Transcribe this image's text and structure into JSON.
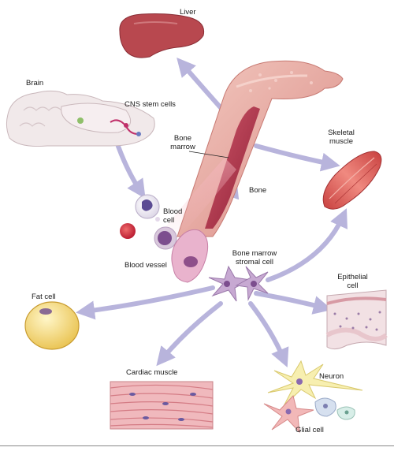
{
  "labels": {
    "liver": "Liver",
    "brain": "Brain",
    "cns_stem_cells": "CNS stem cells",
    "bone_marrow_l1": "Bone",
    "bone_marrow_l2": "marrow",
    "bone": "Bone",
    "skeletal_muscle_l1": "Skeletal",
    "skeletal_muscle_l2": "muscle",
    "blood_cell_l1": "Blood",
    "blood_cell_l2": "cell",
    "blood_vessel": "Blood vessel",
    "stromal_l1": "Bone marrow",
    "stromal_l2": "stromal cell",
    "fat_cell": "Fat cell",
    "epithelial_l1": "Epithelial",
    "epithelial_l2": "cell",
    "cardiac_muscle": "Cardiac muscle",
    "neuron": "Neuron",
    "glial_cell": "Glial cell"
  },
  "colors": {
    "arrow": "#b8b4dc",
    "bone_pink": "#e8a7a0",
    "marrow_red": "#b5334a",
    "liver": "#b8484f",
    "muscle": "#d9645f",
    "fat": "#f6dc7a",
    "neuron": "#f7efb0",
    "stromal": "#c7a9d2"
  }
}
